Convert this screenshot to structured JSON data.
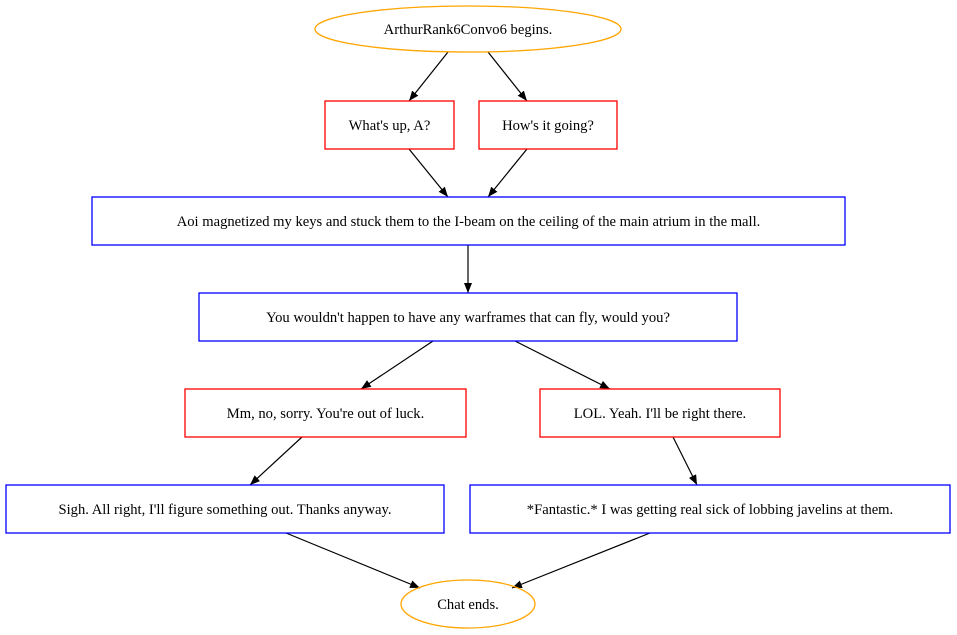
{
  "diagram": {
    "colors": {
      "terminal": "#ffa500",
      "choice": "#ff0000",
      "line": "#0000ff",
      "edge": "#000000",
      "text": "#000000"
    },
    "nodes": {
      "start": {
        "label": "ArthurRank6Convo6 begins.",
        "kind": "terminal"
      },
      "choice_whats_up": {
        "label": "What's up, A?",
        "kind": "choice"
      },
      "choice_hows_it_going": {
        "label": "How's it going?",
        "kind": "choice"
      },
      "line_aoi_keys": {
        "label": "Aoi magnetized my keys and stuck them to the I-beam on the ceiling of the main atrium in the mall.",
        "kind": "line"
      },
      "line_warframes_fly": {
        "label": "You wouldn't happen to have any warframes that can fly, would you?",
        "kind": "line"
      },
      "choice_no_sorry": {
        "label": "Mm, no, sorry. You're out of luck.",
        "kind": "choice"
      },
      "choice_lol_yeah": {
        "label": "LOL. Yeah. I'll be right there.",
        "kind": "choice"
      },
      "line_sigh": {
        "label": "Sigh. All right, I'll figure something out. Thanks anyway.",
        "kind": "line"
      },
      "line_fantastic": {
        "label": "*Fantastic.* I was getting real sick of lobbing javelins at them.",
        "kind": "line"
      },
      "end": {
        "label": "Chat ends.",
        "kind": "terminal"
      }
    },
    "edges": [
      {
        "from": "start",
        "to": "choice_whats_up"
      },
      {
        "from": "start",
        "to": "choice_hows_it_going"
      },
      {
        "from": "choice_whats_up",
        "to": "line_aoi_keys"
      },
      {
        "from": "choice_hows_it_going",
        "to": "line_aoi_keys"
      },
      {
        "from": "line_aoi_keys",
        "to": "line_warframes_fly"
      },
      {
        "from": "line_warframes_fly",
        "to": "choice_no_sorry"
      },
      {
        "from": "line_warframes_fly",
        "to": "choice_lol_yeah"
      },
      {
        "from": "choice_no_sorry",
        "to": "line_sigh"
      },
      {
        "from": "choice_lol_yeah",
        "to": "line_fantastic"
      },
      {
        "from": "line_sigh",
        "to": "end"
      },
      {
        "from": "line_fantastic",
        "to": "end"
      }
    ]
  }
}
